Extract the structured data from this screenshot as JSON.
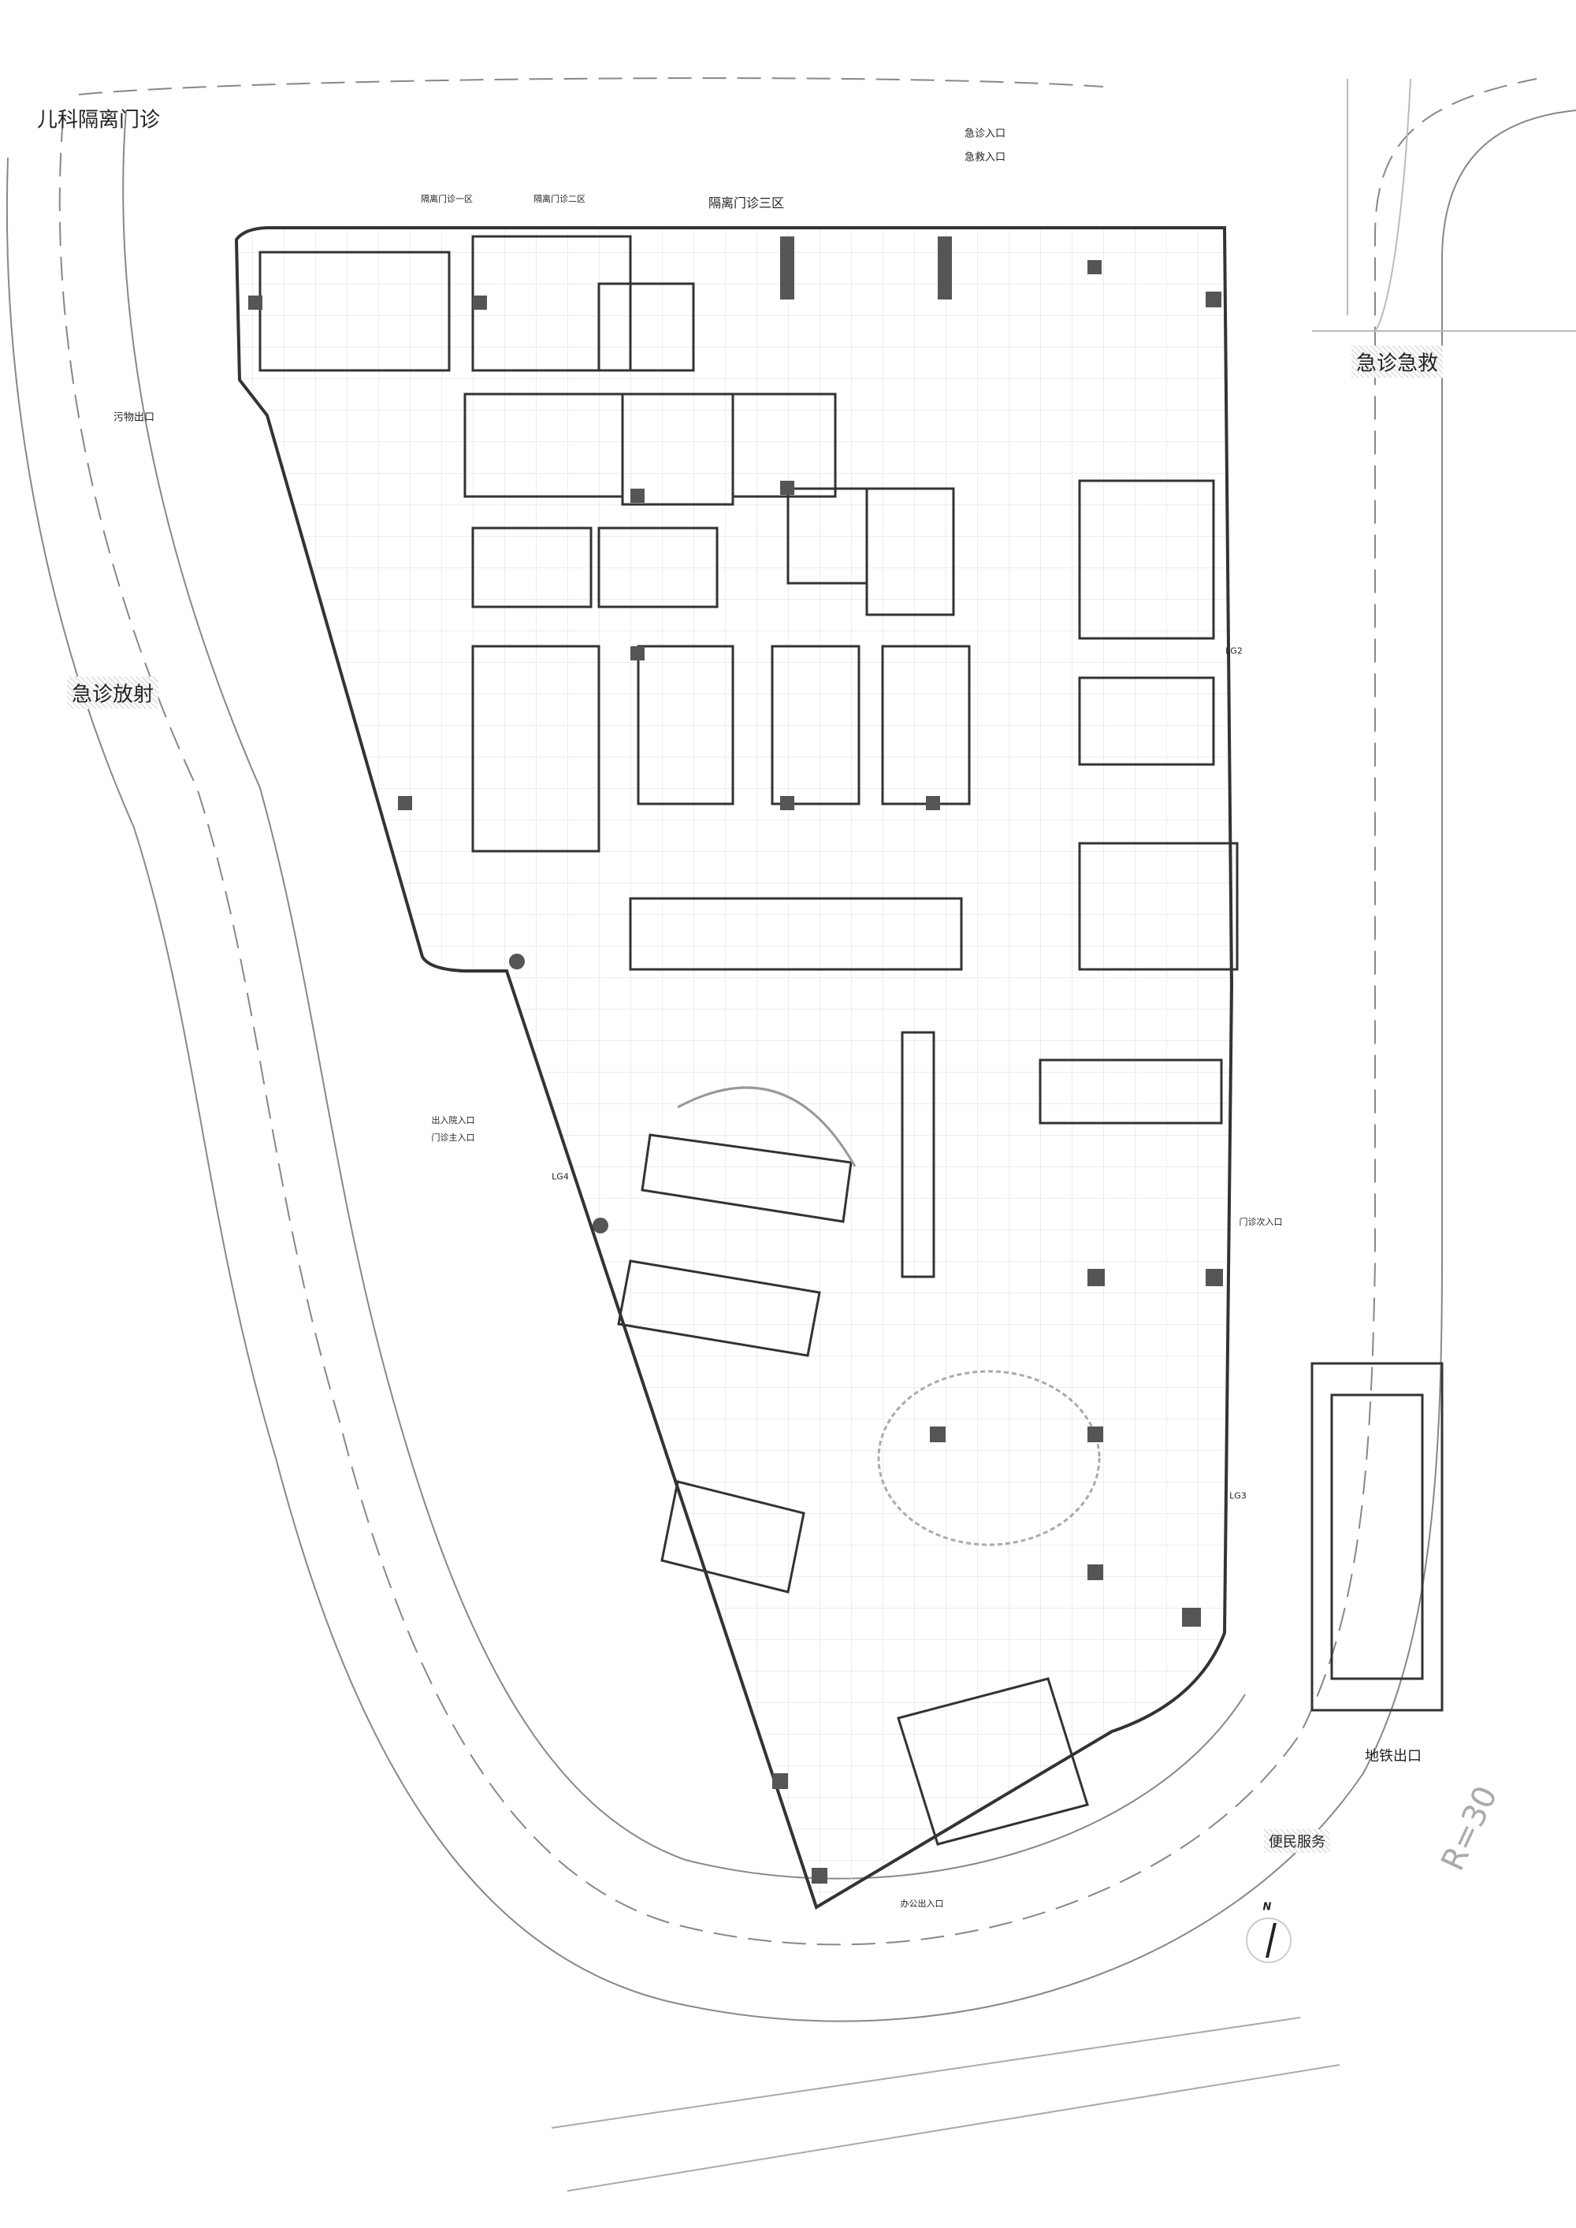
{
  "labels": {
    "pediatric_isolation": "儿科隔离门诊",
    "emergency_entrance": "急诊入口",
    "rescue_entrance": "急救入口",
    "isolation_zone_1": "隔离门诊一区",
    "isolation_zone_2": "隔离门诊二区",
    "isolation_zone_3": "隔离门诊三区",
    "emergency_rescue": "急诊急救",
    "waste_exit": "污物出口",
    "emergency_radiology": "急诊放射",
    "admission_entrance": "出入院入口",
    "outpatient_main_entrance": "门诊主入口",
    "lg4": "LG4",
    "lg2": "LG2",
    "lg3": "LG3",
    "outpatient_secondary_entrance": "门诊次入口",
    "metro_exit": "地铁出口",
    "convenience_service": "便民服务",
    "office_entrance": "办公出入口",
    "radius": "R=30",
    "north": "N"
  },
  "colors": {
    "wall": "#555555",
    "line": "#333333",
    "grid": "#e6e6e6",
    "road": "#888888"
  }
}
